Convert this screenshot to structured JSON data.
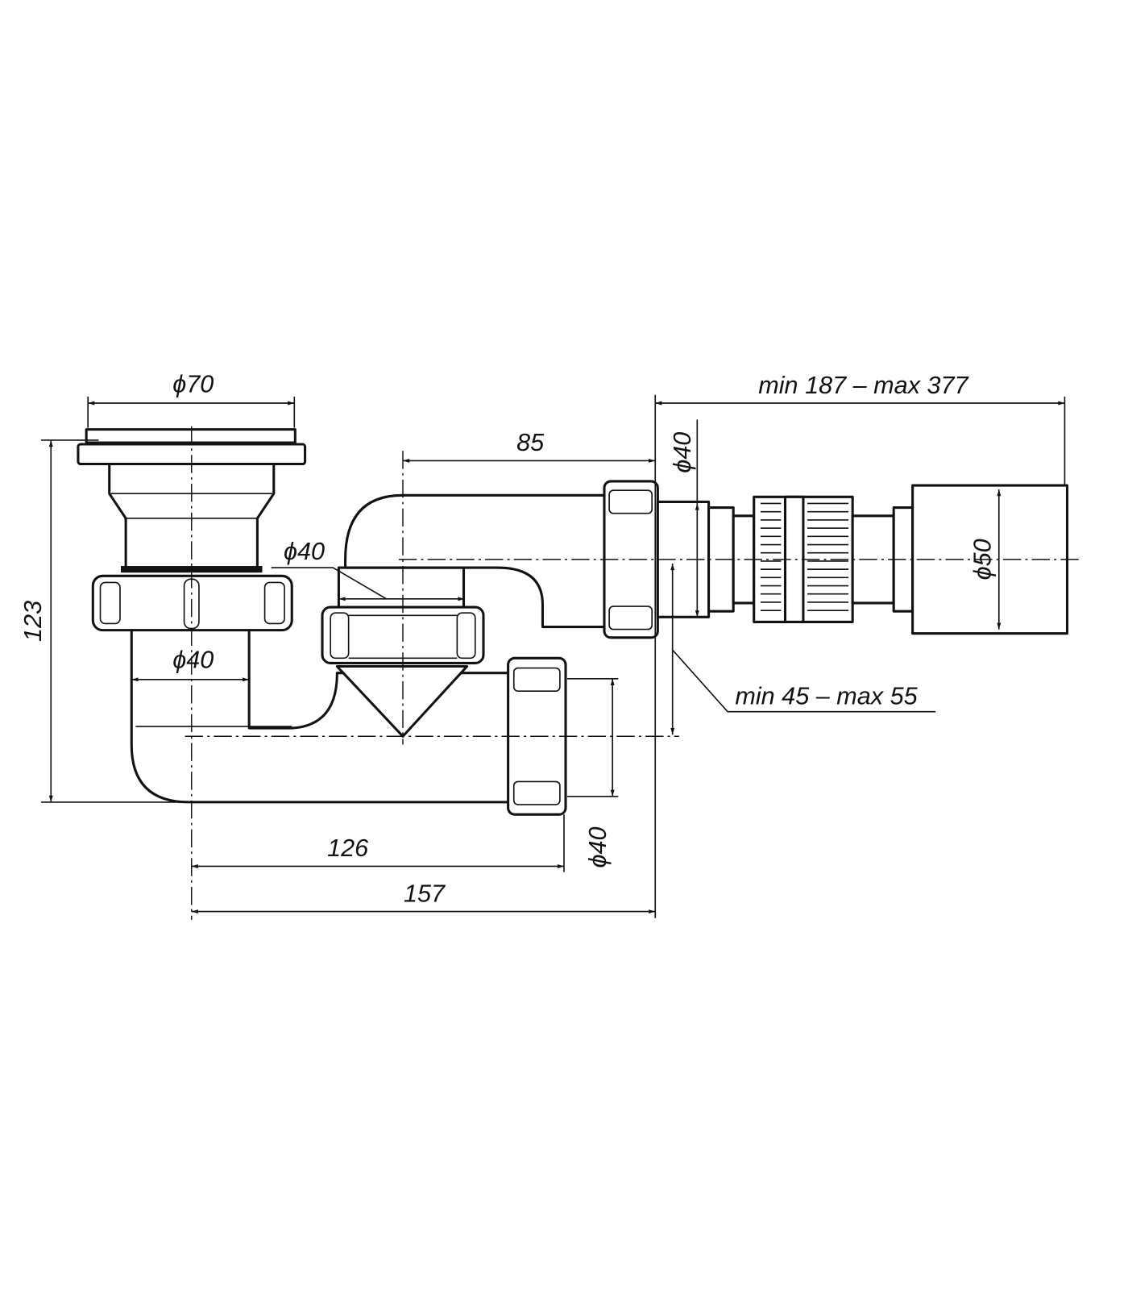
{
  "drawing": {
    "title": "Shower tray siphon with flexible outlet",
    "dimensions": {
      "flange_diameter": "ϕ70",
      "height": "123",
      "horizontal_offset": "85",
      "outlet_length": "min 187 – max 377",
      "outlet_pipe_diameter": "ϕ40",
      "outlet_end_diameter": "ϕ50",
      "inner_pipe_diameter": "ϕ40",
      "drain_pipe_diameter": "ϕ40",
      "height_offset": "min 45 – max 55",
      "side_outlet_diameter": "ϕ40",
      "length_to_side_outlet": "126",
      "total_length": "157"
    }
  }
}
